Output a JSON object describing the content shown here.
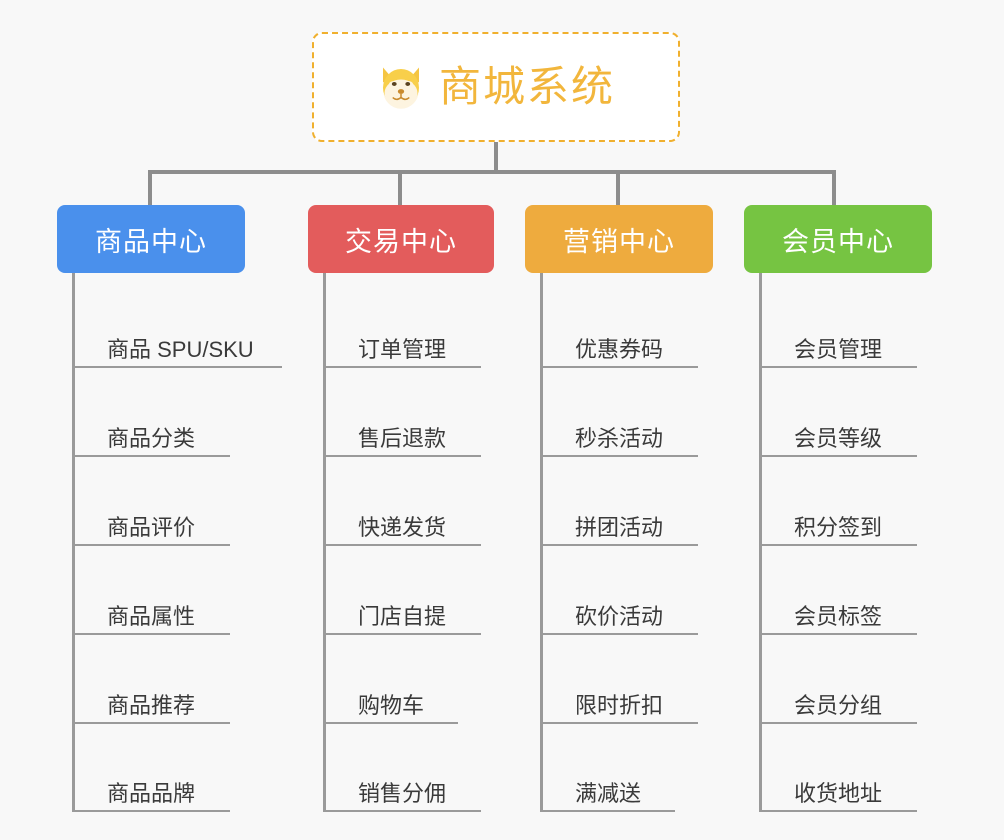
{
  "canvas": {
    "background": "#f8f8f8",
    "line_color": "#8d8d8d"
  },
  "root": {
    "icon": "dog-face-emoji",
    "title": "商城系统",
    "title_color": "#f2b63c",
    "border_color": "#f0b02e",
    "background": "#ffffff"
  },
  "branches": [
    {
      "title": "商品中心",
      "color": "#4a90ec",
      "items": [
        {
          "label": "商品 SPU/SKU"
        },
        {
          "label": "商品分类"
        },
        {
          "label": "商品评价"
        },
        {
          "label": "商品属性"
        },
        {
          "label": "商品推荐"
        },
        {
          "label": "商品品牌"
        }
      ]
    },
    {
      "title": "交易中心",
      "color": "#e35c5c",
      "items": [
        {
          "label": "订单管理"
        },
        {
          "label": "售后退款"
        },
        {
          "label": "快递发货"
        },
        {
          "label": "门店自提"
        },
        {
          "label": "购物车"
        },
        {
          "label": "销售分佣"
        }
      ]
    },
    {
      "title": "营销中心",
      "color": "#eeab3e",
      "items": [
        {
          "label": "优惠券码"
        },
        {
          "label": "秒杀活动"
        },
        {
          "label": "拼团活动"
        },
        {
          "label": "砍价活动"
        },
        {
          "label": "限时折扣"
        },
        {
          "label": "满减送"
        }
      ]
    },
    {
      "title": "会员中心",
      "color": "#76c442",
      "items": [
        {
          "label": "会员管理"
        },
        {
          "label": "会员等级"
        },
        {
          "label": "积分签到"
        },
        {
          "label": "会员标签"
        },
        {
          "label": "会员分组"
        },
        {
          "label": "收货地址"
        }
      ]
    }
  ]
}
